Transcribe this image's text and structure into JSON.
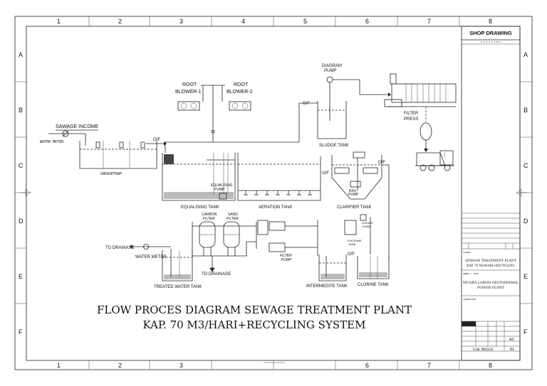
{
  "border": {
    "col_numbers": [
      "1",
      "2",
      "3",
      "4",
      "5",
      "6",
      "7",
      "8"
    ],
    "row_letters": [
      "A",
      "B",
      "C",
      "D",
      "E",
      "F"
    ]
  },
  "title_block": {
    "header": "SHOP DRAWING",
    "subheader": "E X I S T I N G",
    "project_label": "CLIENT",
    "title_line1": "SEWAGE TREATMENT PLANT",
    "title_line2": "KAP. 70 M3/HARI+RECYCLING",
    "owner_label": "OWNER / SITE",
    "owner_line1": "MUARA LABOH GEOTHERMAL",
    "owner_line2": "POWER PLANT",
    "contractor_label": "CONTRACTOR",
    "drawing_title": "FLOW PROCESS",
    "sheet_no": "01",
    "size": "A3"
  },
  "labels": {
    "sawage_income": "SAWAGE INCOME",
    "water_meter_1": "WATER METER",
    "greasetrap": "GREASETRAP",
    "of_1": "O/F",
    "root_blower_1_a": "ROOT",
    "root_blower_1_b": "BLOWER-1",
    "root_blower_2_a": "ROOT",
    "root_blower_2_b": "BLOWER-2",
    "diagram_pump_a": "DIAGRAM",
    "diagram_pump_b": "PUMP",
    "filter_press_a": "FILTER",
    "filter_press_b": "PRESS",
    "of_2": "O/F",
    "sludge_tank": "SLUDGE TANK",
    "equalising_pump_a": "EQUALISING",
    "equalising_pump_b": "PUMP",
    "equalising_tank": "EQUALISING TANK",
    "aeration_tank": "AERATION TANK",
    "clarifier_tank": "CLARIFIER TANK",
    "of_3": "O/F",
    "of_4": "O/F",
    "ras_pump_a": "RAS",
    "ras_pump_b": "PUMP",
    "carbon_filter_a": "CARBON",
    "carbon_filter_b": "FILTER",
    "sand_filter_a": "SAND",
    "sand_filter_b": "FILTER",
    "filter_pump_a": "FILTER",
    "filter_pump_b": "PUMP",
    "chlorine_tank_a": "CHLORINE",
    "chlorine_tank_b": "TANK",
    "dosing_pump_a": "DOSING",
    "dosing_pump_b": "PUMP",
    "to_drainase": "TO DRAINASE",
    "water_meter_2": "WATER METER",
    "to_drainage": "TO DRAINAGE",
    "treated_water_tank": "TREATED WATER TANK",
    "intermedite_tank": "INTERMEDITE TANK",
    "of_5": "O/F",
    "clorine_tank": "CLORINE TANK"
  },
  "main_title": {
    "line1": "FLOW PROCES DIAGRAM SEWAGE TREATMENT PLANT",
    "line2": "KAP. 70 M3/HARI+RECYCLING SYSTEM"
  }
}
